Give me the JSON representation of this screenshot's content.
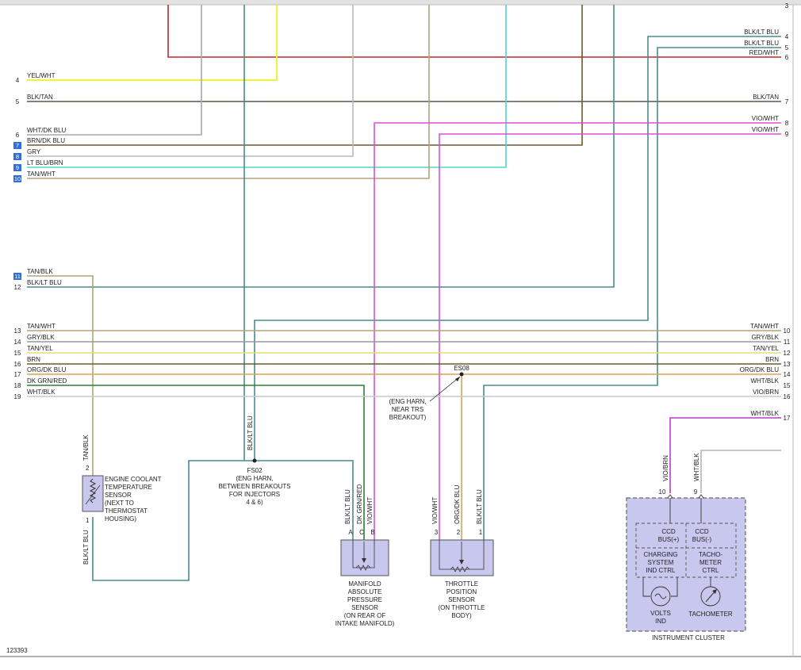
{
  "left_wires": [
    {
      "pin": "4",
      "label": "YEL/WHT",
      "highlight": false
    },
    {
      "pin": "5",
      "label": "BLK/TAN",
      "highlight": false
    },
    {
      "pin": "6",
      "label": "WHT/DK BLU",
      "highlight": false
    },
    {
      "pin": "7",
      "label": "BRN/DK BLU",
      "highlight": true
    },
    {
      "pin": "8",
      "label": "GRY",
      "highlight": true
    },
    {
      "pin": "9",
      "label": "LT BLU/BRN",
      "highlight": true
    },
    {
      "pin": "10",
      "label": "TAN/WHT",
      "highlight": true
    },
    {
      "pin": "11",
      "label": "TAN/BLK",
      "highlight": true
    },
    {
      "pin": "12",
      "label": "BLK/LT BLU",
      "highlight": false
    },
    {
      "pin": "13",
      "label": "TAN/WHT",
      "highlight": false
    },
    {
      "pin": "14",
      "label": "GRY/BLK",
      "highlight": false
    },
    {
      "pin": "15",
      "label": "TAN/YEL",
      "highlight": false
    },
    {
      "pin": "16",
      "label": "BRN",
      "highlight": false
    },
    {
      "pin": "17",
      "label": "ORG/DK BLU",
      "highlight": false
    },
    {
      "pin": "18",
      "label": "DK GRN/RED",
      "highlight": false
    },
    {
      "pin": "19",
      "label": "WHT/BLK",
      "highlight": false
    }
  ],
  "right_wires": [
    {
      "pin": "3",
      "label": ""
    },
    {
      "pin": "4",
      "label": "BLK/LT BLU"
    },
    {
      "pin": "5",
      "label": "BLK/LT BLU"
    },
    {
      "pin": "6",
      "label": "RED/WHT"
    },
    {
      "pin": "7",
      "label": "BLK/TAN"
    },
    {
      "pin": "8",
      "label": "VIO/WHT"
    },
    {
      "pin": "9",
      "label": "VIO/WHT"
    },
    {
      "pin": "10",
      "label": "TAN/WHT"
    },
    {
      "pin": "11",
      "label": "GRY/BLK"
    },
    {
      "pin": "12",
      "label": "TAN/YEL"
    },
    {
      "pin": "13",
      "label": "BRN"
    },
    {
      "pin": "14",
      "label": "ORG/DK BLU"
    },
    {
      "pin": "15",
      "label": "WHT/BLK"
    },
    {
      "pin": "16",
      "label": "VIO/BRN"
    },
    {
      "pin": "17",
      "label": "WHT/BLK"
    }
  ],
  "splices": {
    "fs02": {
      "name": "FS02",
      "desc": [
        "(ENG HARN,",
        "BETWEEN BREAKOUTS",
        "FOR INJECTORS",
        "4 & 6)"
      ]
    },
    "es08": {
      "name": "ES08",
      "desc": [
        "(ENG HARN,",
        "NEAR TRS",
        "BREAKOUT)"
      ]
    }
  },
  "ect_sensor": {
    "wire_top": "TAN/BLK",
    "pin_top": "2",
    "wire_bottom": "BLK/LT BLU",
    "pin_bottom": "1",
    "desc": [
      "ENGINE COOLANT",
      "TEMPERATURE",
      "SENSOR",
      "(NEXT TO",
      "THERMOSTAT",
      "HOUSING)"
    ]
  },
  "fs02_wire": "BLK/LT BLU",
  "map_sensor": {
    "wires": [
      "BLK/LT BLU",
      "DK GRN/RED",
      "VIO/WHT"
    ],
    "pins": [
      "A",
      "C",
      "B"
    ],
    "desc": [
      "MANIFOLD",
      "ABSOLUTE",
      "PRESSURE",
      "SENSOR",
      "(ON REAR OF",
      "INTAKE MANIFOLD)"
    ]
  },
  "tps_sensor": {
    "wires": [
      "VIO/WHT",
      "ORG/DK BLU",
      "BLK/LT BLU"
    ],
    "pins": [
      "3",
      "2",
      "1"
    ],
    "desc": [
      "THROTTLE",
      "POSITION",
      "SENSOR",
      "(ON THROTTLE",
      "BODY)"
    ]
  },
  "cluster": {
    "wires": [
      "VIO/BRN",
      "WHT/BLK"
    ],
    "pins": [
      "10",
      "9"
    ],
    "ccd_pos": [
      "CCD",
      "BUS(+)"
    ],
    "ccd_neg": [
      "CCD",
      "BUS(-)"
    ],
    "charging": [
      "CHARGING",
      "SYSTEM",
      "IND CTRL"
    ],
    "tach_ctrl": [
      "TACHO-",
      "METER",
      "CTRL"
    ],
    "volts": [
      "VOLTS",
      "IND"
    ],
    "tachometer": "TACHOMETER",
    "name": "INSTRUMENT CLUSTER"
  },
  "figure_id": "123393",
  "wire_colors": {
    "red": "#c0282d",
    "yellow": "#f2ee4a",
    "gray": "#a8a8a8",
    "teal": "#4a8b8c",
    "tan": "#b0a37c",
    "dark": "#5b5b48",
    "brown": "#6b5a2e",
    "cyan": "#4fd6cf",
    "violet": "#e04fd6",
    "orange": "#d8a35a",
    "green": "#2f7d3a",
    "lightgray": "#c9c9c9",
    "violetdark": "#b63fc0"
  }
}
